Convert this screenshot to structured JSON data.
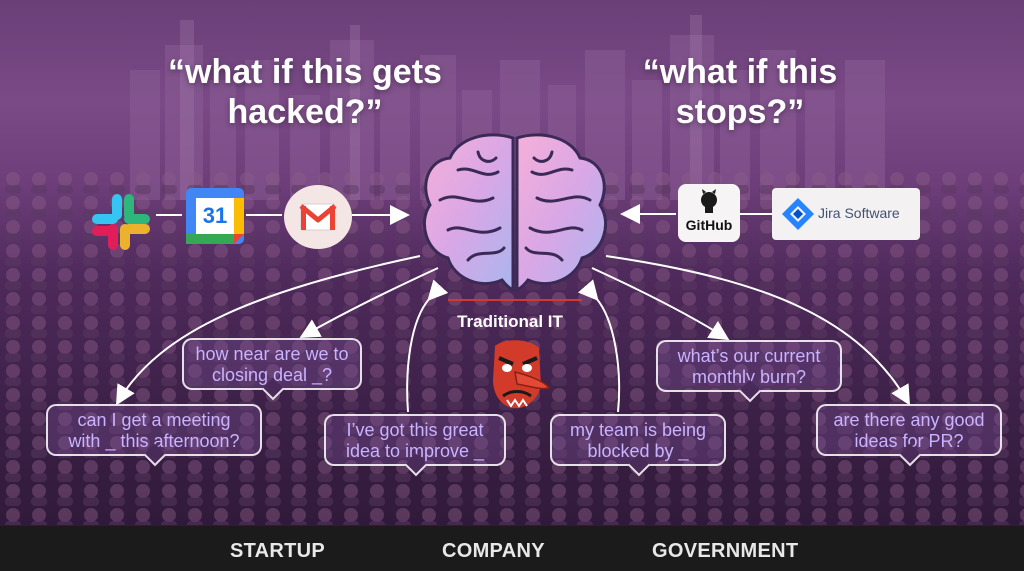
{
  "quotes": {
    "left": [
      "“what if this gets",
      "hacked?”"
    ],
    "right": [
      "“what if this",
      "stops?”"
    ]
  },
  "icons": {
    "slack": "slack-logo-icon",
    "calendar": "google-calendar-icon",
    "calendar_number": "31",
    "gmail": "gmail-icon",
    "github": "github-icon",
    "github_label": "GitHub",
    "jira": "jira-icon",
    "jira_label": "Jira Software",
    "brain": "brain-icon",
    "tengu": "tengu-mask-icon"
  },
  "center_label": "Traditional IT",
  "bubbles": [
    {
      "lines": [
        "how near are we to",
        "closing deal _?"
      ]
    },
    {
      "lines": [
        "can I get a meeting",
        "with _ this afternoon?"
      ]
    },
    {
      "lines": [
        "I’ve got this great",
        "idea to improve _"
      ]
    },
    {
      "lines": [
        "my team is being",
        "blocked by _"
      ]
    },
    {
      "lines": [
        "what’s our current",
        "monthly burn?"
      ]
    },
    {
      "lines": [
        "are there any good",
        "ideas for PR?"
      ]
    }
  ],
  "footer": [
    "STARTUP",
    "COMPANY",
    "GOVERNMENT"
  ],
  "colors": {
    "bubble_text": "#c9b2ff",
    "accent_red": "#d33a2f",
    "background_purple": "#6a3f78"
  }
}
